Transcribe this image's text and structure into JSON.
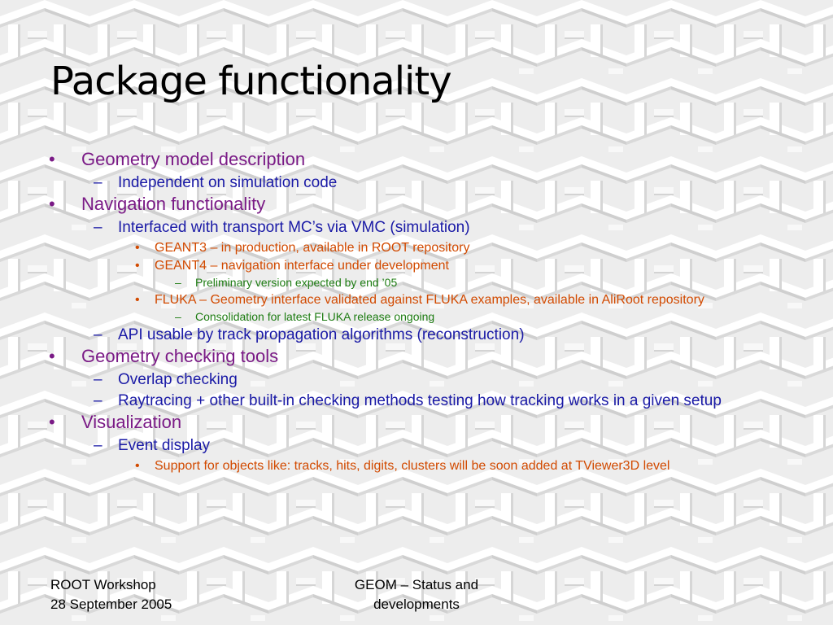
{
  "slide": {
    "title": "Package functionality",
    "items": [
      {
        "level": 1,
        "text": "Geometry model description"
      },
      {
        "level": 2,
        "text": "Independent on simulation code"
      },
      {
        "level": 1,
        "text": "Navigation functionality"
      },
      {
        "level": 2,
        "text": "Interfaced with transport MC’s via VMC (simulation)"
      },
      {
        "level": 3,
        "text": "GEANT3 – in production, available in ROOT repository"
      },
      {
        "level": 3,
        "text": "GEANT4 – navigation interface under development"
      },
      {
        "level": 4,
        "text": "Preliminary version expected by end ’05"
      },
      {
        "level": 3,
        "text": "FLUKA – Geometry interface validated against FLUKA examples, available in AliRoot repository"
      },
      {
        "level": 4,
        "text": "Consolidation for latest FLUKA release ongoing"
      },
      {
        "level": 2,
        "text": "API usable by track propagation algorithms (reconstruction)"
      },
      {
        "level": 1,
        "text": "Geometry checking tools"
      },
      {
        "level": 2,
        "text": "Overlap checking"
      },
      {
        "level": 2,
        "text": "Raytracing + other built-in checking methods testing how tracking works in a given setup"
      },
      {
        "level": 1,
        "text": "Visualization"
      },
      {
        "level": 2,
        "text": "Event display"
      },
      {
        "level": 3,
        "text": "Support for objects like: tracks, hits, digits, clusters will be soon added at TViewer3D level"
      }
    ]
  },
  "bullets": {
    "level1": "•",
    "level2": "–",
    "level3": "•",
    "level4": "–"
  },
  "footer": {
    "left_line1": "ROOT Workshop",
    "left_line2": "28 September 2005",
    "center_line1": "GEOM – Status and",
    "center_line2": "developments"
  },
  "colors": {
    "level1": "#7a1a86",
    "level2": "#1a1aa6",
    "level3": "#d24a00",
    "level4": "#1d7c12"
  }
}
